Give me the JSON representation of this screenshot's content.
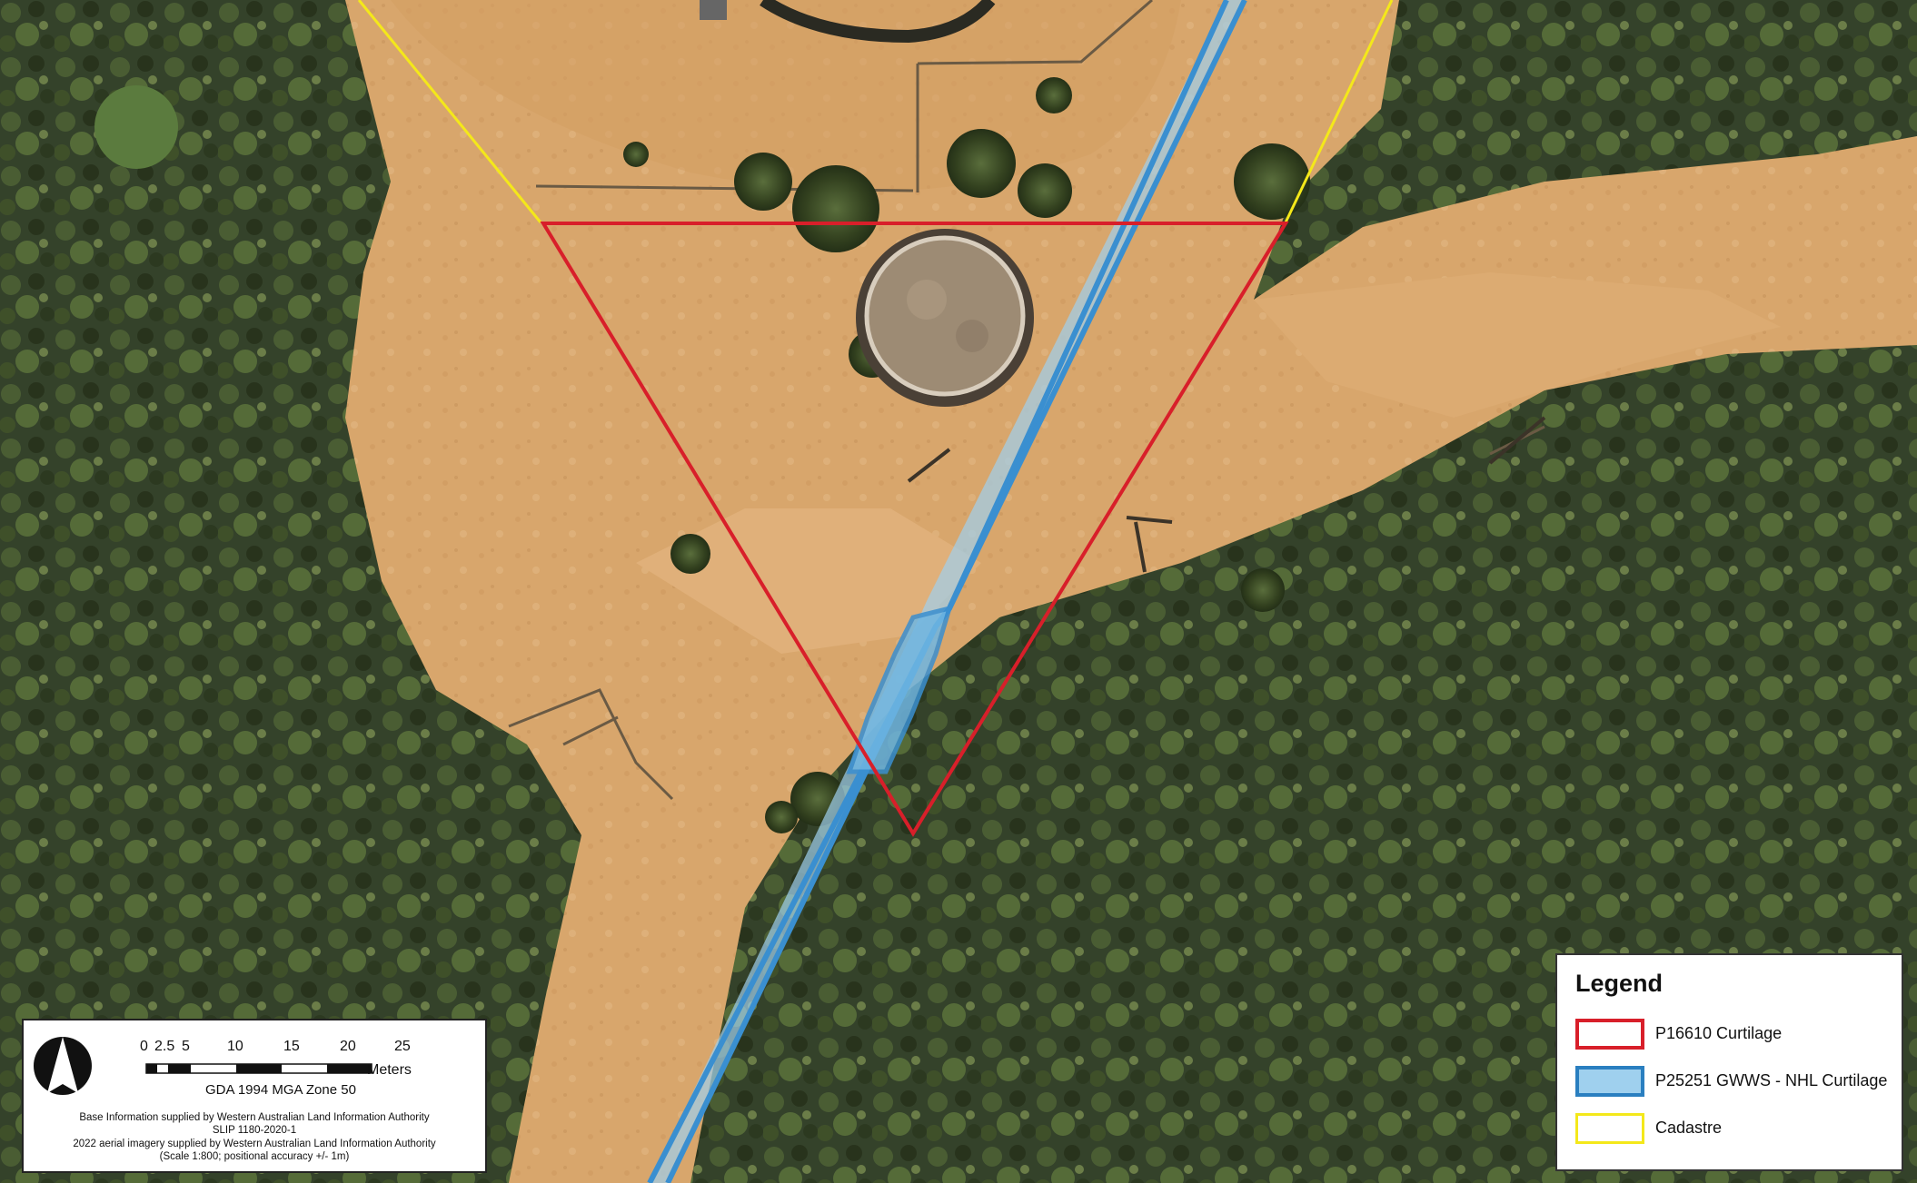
{
  "map": {
    "colors": {
      "vegetation_dark": "#2e3a22",
      "vegetation_mid": "#4f6136",
      "cleared_ground": "#d9a66a",
      "track": "#e3b47e",
      "curtilage_red": "#d81f2a",
      "gwws_blue": "#4aa6dc",
      "gwws_fill": "#9fd0ee",
      "cadastre_yellow": "#f4e81a",
      "tank": "#8c7b66"
    },
    "features": [
      "P16610 curtilage triangle",
      "P25251 GWWS pipeline corridor",
      "cadastre boundary",
      "circular water tank"
    ]
  },
  "scale_bar": {
    "ticks": [
      "0",
      "2.5",
      "5",
      "10",
      "15",
      "20",
      "25"
    ],
    "unit": "Meters",
    "datum": "GDA 1994 MGA Zone 50",
    "north_icon": "north-arrow-icon"
  },
  "credits": {
    "line1": "Base Information supplied by Western Australian Land Information Authority",
    "line2": "SLIP 1180-2020-1",
    "line3": "2022 aerial imagery supplied by Western Australian Land Information Authority",
    "line4": "(Scale 1:800; positional accuracy +/- 1m)"
  },
  "legend": {
    "title": "Legend",
    "items": [
      {
        "label": "P16610 Curtilage",
        "stroke": "#d81f2a",
        "fill": "#ffffff"
      },
      {
        "label": "P25251 GWWS - NHL Curtilage",
        "stroke": "#2a7fc0",
        "fill": "#9fd0ee"
      },
      {
        "label": "Cadastre",
        "stroke": "#f4e81a",
        "fill": "#ffffff"
      }
    ]
  }
}
